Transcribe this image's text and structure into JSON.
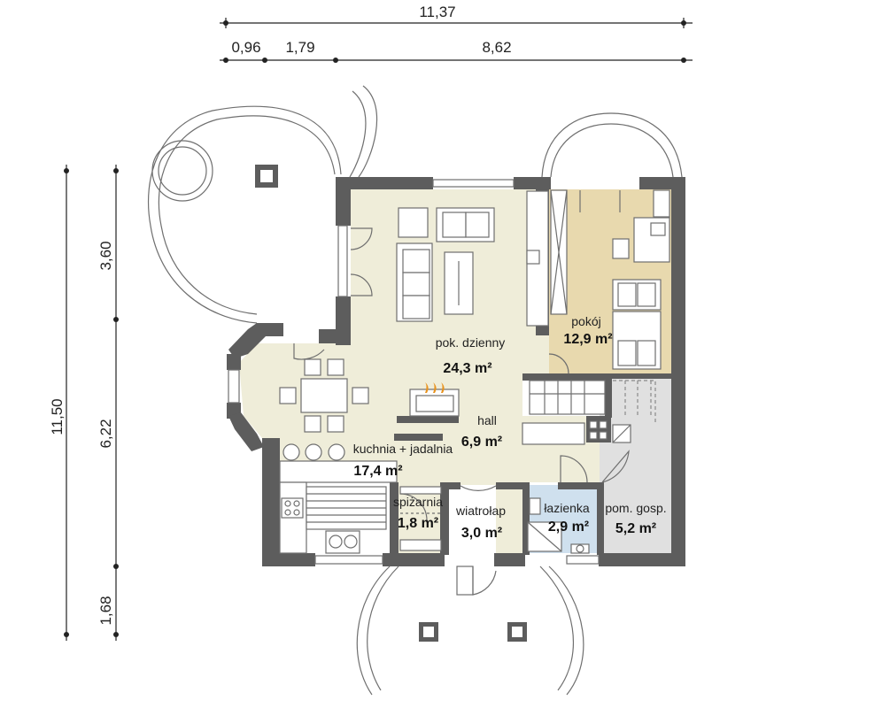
{
  "dimensions": {
    "top_total": "11,37",
    "top_segments": [
      "0,96",
      "1,79",
      "8,62"
    ],
    "left_total": "11,50",
    "left_segments": [
      "3,60",
      "6,22",
      "1,68"
    ]
  },
  "rooms": [
    {
      "id": "living",
      "name": "pok. dzienny",
      "area": "24,3 m²"
    },
    {
      "id": "room",
      "name": "pokój",
      "area": "12,9 m²"
    },
    {
      "id": "hall",
      "name": "hall",
      "area": "6,9 m²"
    },
    {
      "id": "kitchen",
      "name": "kuchnia + jadalnia",
      "area": "17,4 m²"
    },
    {
      "id": "pantry",
      "name": "spiżarnia",
      "area": "1,8 m²"
    },
    {
      "id": "vestibule",
      "name": "wiatrołap",
      "area": "3,0 m²"
    },
    {
      "id": "bathroom",
      "name": "łazienka",
      "area": "2,9 m²"
    },
    {
      "id": "utility",
      "name": "pom. gosp.",
      "area": "5,2 m²"
    }
  ],
  "colors": {
    "floor": "#efedd9",
    "room_floor": "#e8d9ae",
    "utility_floor": "#e0e0e0",
    "bath_tile": "#cfe0ee",
    "wall": "#5d5d5d",
    "fire": "#e8931e"
  }
}
